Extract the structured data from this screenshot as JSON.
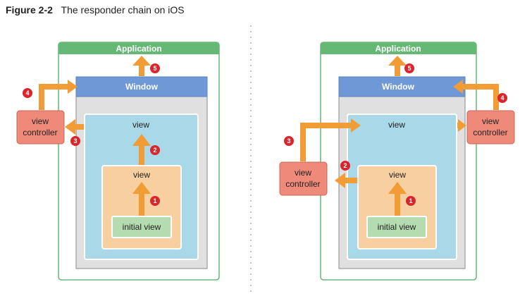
{
  "figure": {
    "number": "Figure 2-2",
    "title": "The responder chain on iOS"
  },
  "colors": {
    "app": "#66b875",
    "window": "#6e98d6",
    "frame": "#e0e0e0",
    "outer_view": "#a9d8e8",
    "inner_view": "#f8cfa0",
    "initial": "#b5dcb0",
    "controller": "#ef8a7a",
    "arrow": "#f19c35",
    "badge": "#d9262c",
    "divider": "#bbbbbb"
  },
  "diagrams": [
    {
      "application": "Application",
      "window": "Window",
      "outer_view": "view",
      "inner_view": "view",
      "initial_view": "initial view",
      "controller_line1": "view",
      "controller_line2": "controller",
      "steps": [
        "1",
        "2",
        "3",
        "4",
        "5"
      ]
    },
    {
      "application": "Application",
      "window": "Window",
      "outer_view": "view",
      "inner_view": "view",
      "initial_view": "initial view",
      "controller_line1": "view",
      "controller_line2": "controller",
      "steps": [
        "1",
        "2",
        "3",
        "4",
        "5"
      ]
    }
  ]
}
